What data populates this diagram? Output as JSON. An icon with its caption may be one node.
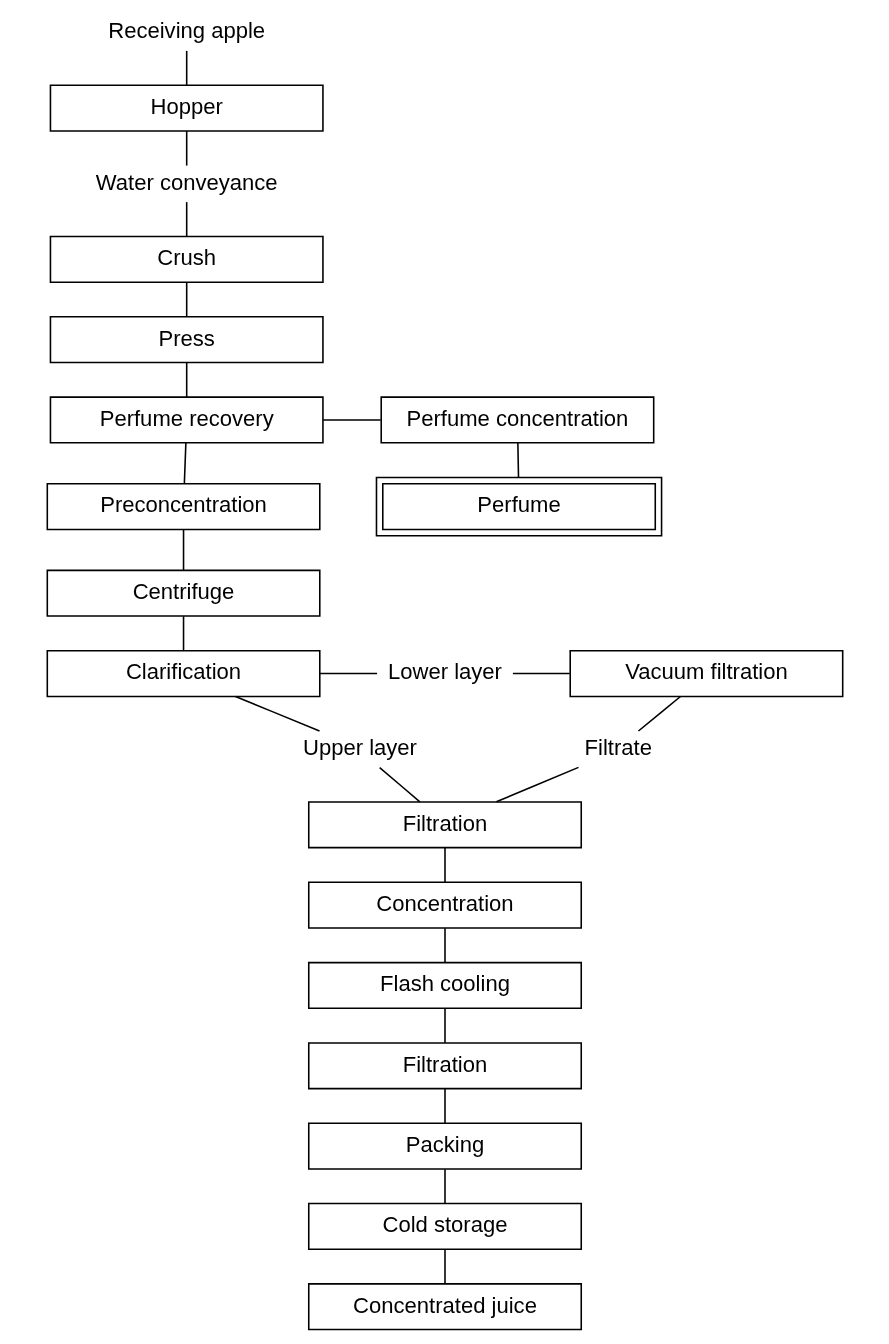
{
  "diagram": {
    "nodes": [
      {
        "text": [
          "Receiving apple"
        ]
      },
      {
        "text": [
          "Hopper"
        ]
      },
      {
        "text": [
          "Water conveyance"
        ]
      },
      {
        "text": [
          "Crush"
        ]
      },
      {
        "text": [
          "Press"
        ]
      },
      {
        "text": [
          "Perfume recovery"
        ]
      },
      {
        "text": [
          "Perfume concentration"
        ]
      },
      {
        "text": [
          "Perfume"
        ]
      },
      {
        "text": [
          "Preconcentration"
        ]
      },
      {
        "text": [
          "Centrifuge"
        ]
      },
      {
        "text": [
          "Clarification"
        ]
      },
      {
        "text": [
          "Lower layer"
        ]
      },
      {
        "text": [
          "Vacuum filtration"
        ]
      },
      {
        "text": [
          "Upper layer"
        ]
      },
      {
        "text": [
          "Filtrate"
        ]
      },
      {
        "text": [
          "Filtration"
        ]
      },
      {
        "text": [
          "Concentration"
        ]
      },
      {
        "text": [
          "Flash cooling"
        ]
      },
      {
        "text": [
          "Filtration"
        ]
      },
      {
        "text": [
          "Packing"
        ]
      },
      {
        "text": [
          "Cold storage"
        ]
      },
      {
        "text": [
          "Concentrated juice"
        ]
      }
    ],
    "edges": [
      {
        "from": 0,
        "to": 1,
        "arrow": "none"
      },
      {
        "from": 1,
        "to": 2,
        "arrow": "none"
      },
      {
        "from": 2,
        "to": 3,
        "arrow": "none"
      },
      {
        "from": 3,
        "to": 4,
        "arrow": "none"
      },
      {
        "from": 4,
        "to": 5,
        "arrow": "none"
      },
      {
        "from": 5,
        "to": 6,
        "arrow": "none"
      },
      {
        "from": 6,
        "to": 7,
        "arrow": "none"
      },
      {
        "from": 5,
        "to": 8,
        "arrow": "none"
      },
      {
        "from": 8,
        "to": 9,
        "arrow": "none"
      },
      {
        "from": 9,
        "to": 10,
        "arrow": "none"
      },
      {
        "from": 10,
        "to": 11,
        "arrow": "none"
      },
      {
        "from": 11,
        "to": 12,
        "arrow": "none"
      },
      {
        "from": 10,
        "to": 13,
        "arrow": "none"
      },
      {
        "from": 13,
        "to": 15,
        "arrow": "none"
      },
      {
        "from": 12,
        "to": 14,
        "arrow": "none"
      },
      {
        "from": 14,
        "to": 15,
        "arrow": "none"
      },
      {
        "from": 15,
        "to": 16,
        "arrow": "none"
      },
      {
        "from": 16,
        "to": 17,
        "arrow": "none"
      },
      {
        "from": 17,
        "to": 18,
        "arrow": "none"
      },
      {
        "from": 18,
        "to": 19,
        "arrow": "none"
      },
      {
        "from": 19,
        "to": 20,
        "arrow": "none"
      },
      {
        "from": 20,
        "to": 21,
        "arrow": "none"
      }
    ]
  }
}
